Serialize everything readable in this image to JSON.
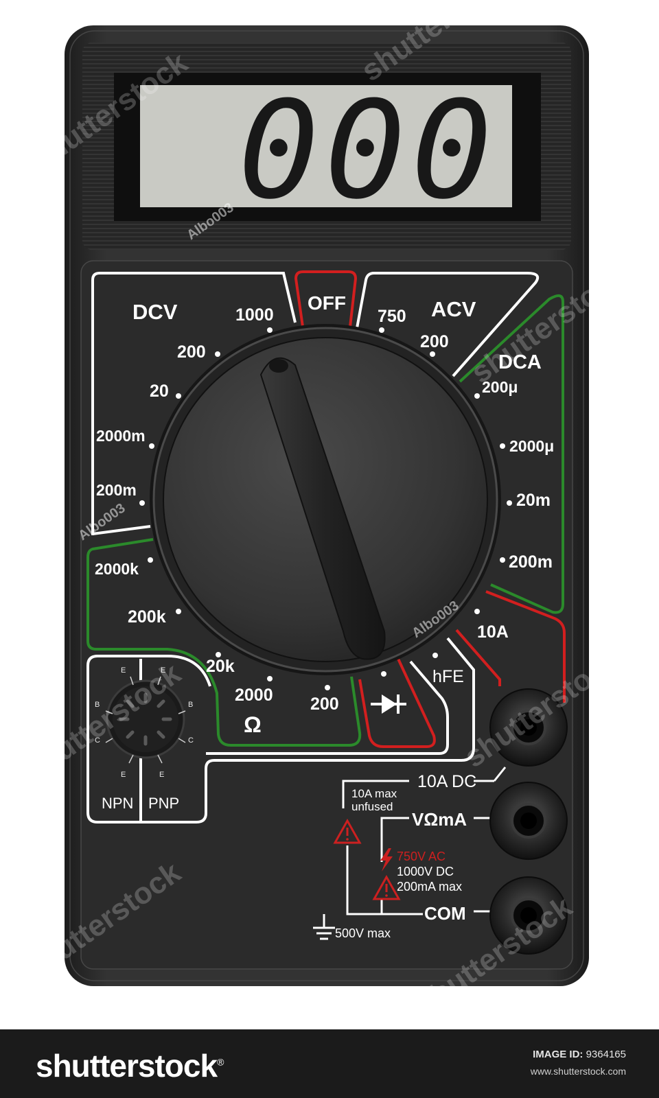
{
  "display": {
    "reading": "000"
  },
  "dial": {
    "position": "OFF",
    "groups": {
      "dcv": "DCV",
      "acv": "ACV",
      "dca": "DCA",
      "ohm": "Ω",
      "off": "OFF"
    },
    "dcv_ranges": [
      "1000",
      "200",
      "20",
      "2000m",
      "200m"
    ],
    "acv_ranges": [
      "750",
      "200"
    ],
    "dca_ranges": [
      "200μ",
      "2000μ",
      "20m",
      "200m",
      "10A"
    ],
    "ohm_ranges": [
      "2000k",
      "200k",
      "20k",
      "2000",
      "200"
    ],
    "special": {
      "hfe": "hFE"
    }
  },
  "transistor_socket": {
    "npn_label": "NPN",
    "pnp_label": "PNP",
    "pins_npn": [
      "E",
      "B",
      "C",
      "E"
    ],
    "pins_pnp": [
      "E",
      "B",
      "C",
      "E"
    ]
  },
  "jacks": {
    "a10_label": "10A DC",
    "vma_label": "VΩmA",
    "com_label": "COM"
  },
  "warnings": {
    "fuse_line1": "10A max",
    "fuse_line2": "unfused",
    "ac_limit": "750V AC",
    "dc_limit": "1000V DC",
    "ma_limit": "200mA max",
    "ground_limit": "500V max"
  },
  "watermarks": {
    "brand": "shutterstock",
    "author": "Albo003"
  },
  "footer": {
    "logo": "shutterstock",
    "image_id_label": "IMAGE ID:",
    "image_id": "9364165",
    "url": "www.shutterstock.com"
  },
  "colors": {
    "body": "#2c2c2c",
    "lcd": "#c9cac4",
    "off_red": "#d21f1f",
    "green": "#2b8a2b",
    "warning_red": "#cc2020"
  }
}
